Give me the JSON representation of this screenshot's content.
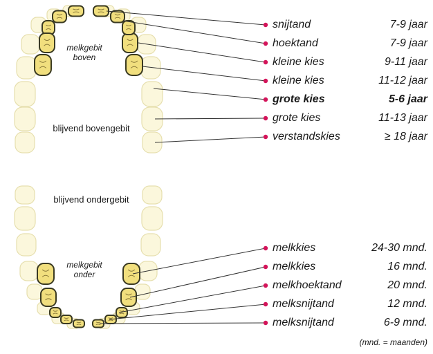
{
  "upper": {
    "primary_caption_line1": "melkgebit",
    "primary_caption_line2": "boven",
    "permanent_caption": "blijvend bovengebit",
    "rows": [
      {
        "label": "snijtand",
        "age": "7-9 jaar",
        "bold": false
      },
      {
        "label": "hoektand",
        "age": "7-9 jaar",
        "bold": false
      },
      {
        "label": "kleine kies",
        "age": "9-11 jaar",
        "bold": false
      },
      {
        "label": "kleine kies",
        "age": "11-12 jaar",
        "bold": false
      },
      {
        "label": "grote kies",
        "age": "5-6 jaar",
        "bold": true
      },
      {
        "label": "grote kies",
        "age": "11-13 jaar",
        "bold": false
      },
      {
        "label": "verstandskies",
        "age": "≥ 18 jaar",
        "bold": false
      }
    ]
  },
  "lower": {
    "permanent_caption": "blijvend ondergebit",
    "primary_caption_line1": "melkgebit",
    "primary_caption_line2": "onder",
    "rows": [
      {
        "label": "melkkies",
        "age": "24-30 mnd."
      },
      {
        "label": "melkkies",
        "age": "16 mnd."
      },
      {
        "label": "melkhoektand",
        "age": "20 mnd."
      },
      {
        "label": "melksnijtand",
        "age": "12 mnd."
      },
      {
        "label": "melksnijtand",
        "age": "6-9 mnd."
      }
    ]
  },
  "footnote": "(mnd. = maanden)",
  "colors": {
    "dot": "#d4145a",
    "permanent_tooth_fill": "#fbf7dc",
    "permanent_tooth_stroke": "#e6dfae",
    "primary_tooth_fill": "#f1df7e",
    "primary_tooth_stroke": "#3a3a22",
    "leader_line": "#333333"
  }
}
